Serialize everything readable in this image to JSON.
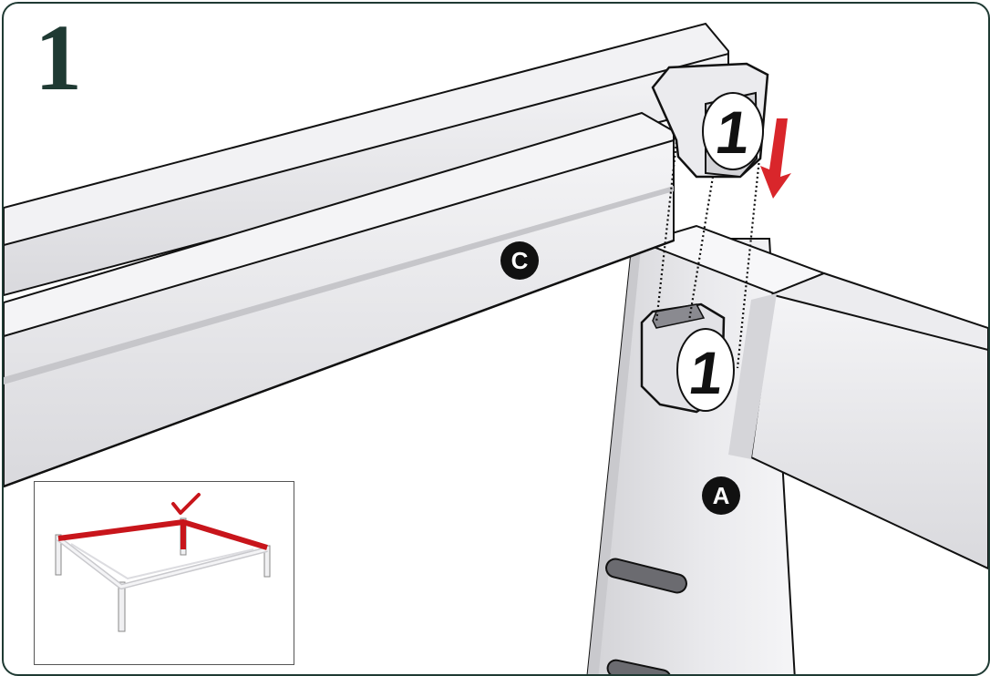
{
  "step": {
    "number": "1"
  },
  "labels": {
    "part_c": "C",
    "part_a": "A"
  },
  "badges": {
    "connector_top": "1",
    "connector_bottom": "1"
  },
  "colors": {
    "frame": "#1f3a33",
    "arrow": "#d9262b",
    "highlight": "#c8151b",
    "metal": "#e6e6e9"
  },
  "icons": {
    "arrow": "down-arrow-icon",
    "check": "checkmark-icon"
  }
}
